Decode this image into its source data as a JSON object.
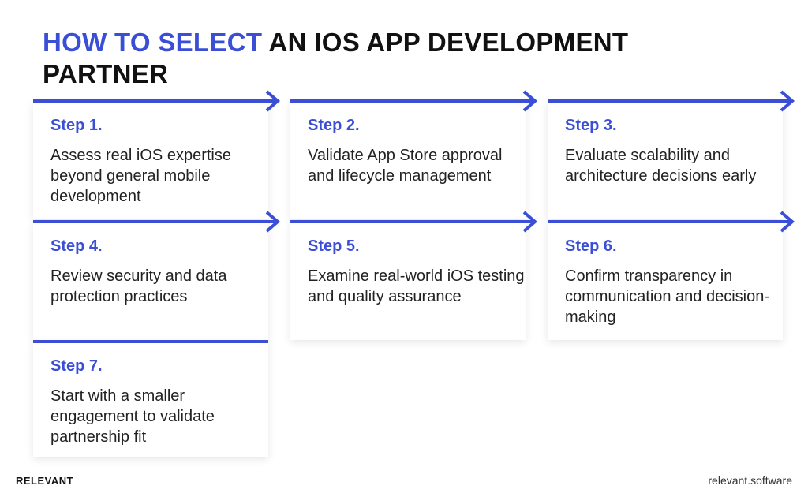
{
  "title": {
    "accent": "HOW TO SELECT",
    "rest": " AN IOS APP DEVELOPMENT",
    "line2": "PARTNER"
  },
  "accent_color": "#3a4fd6",
  "steps": [
    {
      "label": "Step 1.",
      "text": "Assess real iOS expertise beyond general mobile development"
    },
    {
      "label": "Step 2.",
      "text": "Validate App Store approval and lifecycle management"
    },
    {
      "label": "Step 3.",
      "text": "Evaluate scalability and architecture decisions early"
    },
    {
      "label": "Step 4.",
      "text": "Review security and data protection practices"
    },
    {
      "label": "Step 5.",
      "text": "Examine real-world iOS testing and quality assurance"
    },
    {
      "label": "Step 6.",
      "text": "Confirm transparency in communication and decision-making"
    },
    {
      "label": "Step 7.",
      "text": "Start with a smaller engagement to validate partnership fit"
    }
  ],
  "footer": {
    "brand": "RELEVANT",
    "site": "relevant.software"
  }
}
